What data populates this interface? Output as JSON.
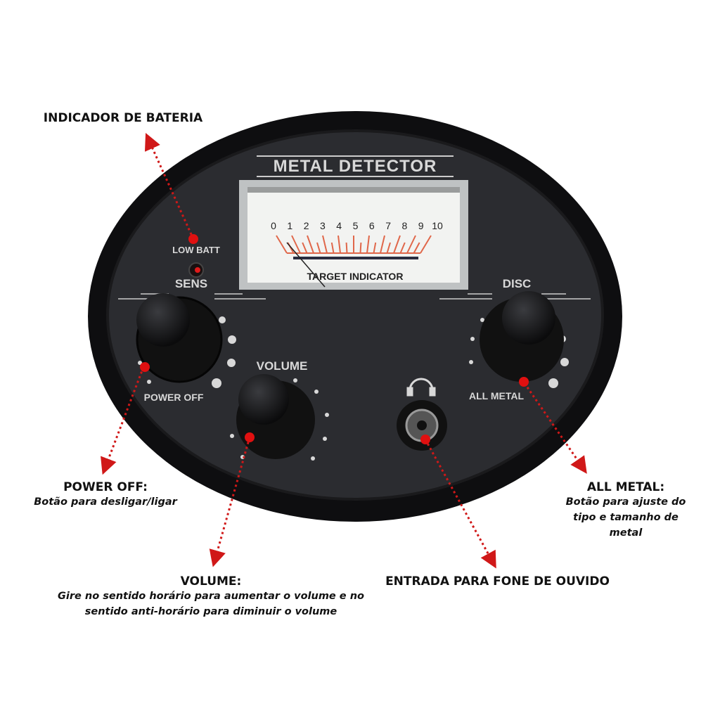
{
  "device": {
    "brand_title": "METAL DETECTOR",
    "meter": {
      "scale": [
        "0",
        "1",
        "2",
        "3",
        "4",
        "5",
        "6",
        "7",
        "8",
        "9",
        "10"
      ],
      "label": "TARGET INDICATOR"
    },
    "low_batt_label": "LOW BATT",
    "sens_label": "SENS",
    "disc_label": "DISC",
    "volume_label": "VOLUME",
    "power_off_label": "POWER OFF",
    "all_metal_label": "ALL METAL"
  },
  "annotations": {
    "battery": {
      "title": "INDICADOR DE BATERIA"
    },
    "power_off": {
      "title": "POWER OFF:",
      "description": "Botão para desligar/ligar"
    },
    "all_metal": {
      "title": "ALL METAL:",
      "description": "Botão para ajuste do tipo e tamanho de metal"
    },
    "volume": {
      "title": "VOLUME:",
      "description": "Gire no sentido horário para aumentar o volume e no sentido anti-horário para diminuir o volume"
    },
    "headphone": {
      "title": "ENTRADA PARA FONE DE OUVIDO"
    }
  },
  "colors": {
    "arrow": "#d01818",
    "panel": "#2a2b2e",
    "needle_scale": "#e0674a"
  }
}
